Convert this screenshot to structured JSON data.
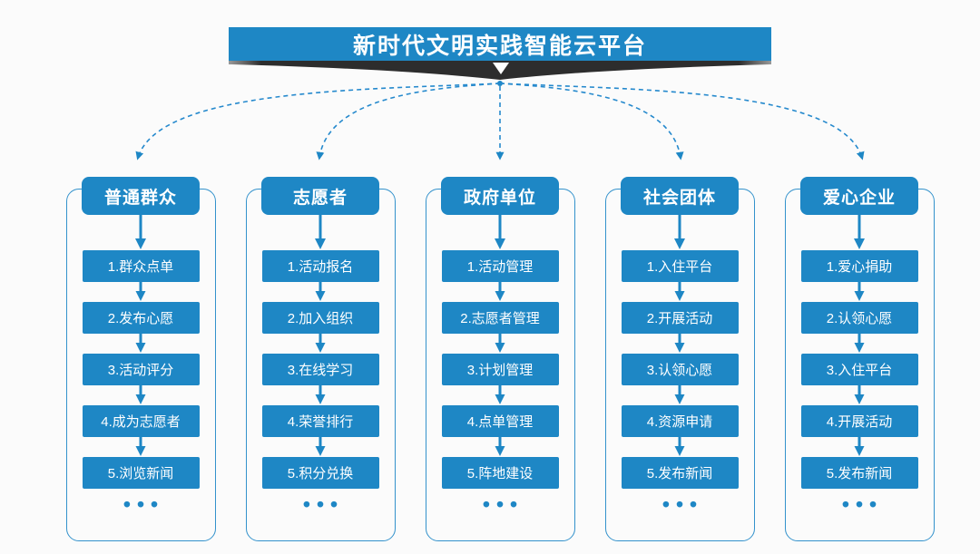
{
  "title": "新时代文明实践智能云平台",
  "more_indicator": "•••",
  "colors": {
    "primary_blue": "#1e87c5",
    "outline_blue": "#3392cc",
    "ribbon_dark": "#2d2d2d",
    "background": "#fbfbfb",
    "text_on_blue": "#ffffff"
  },
  "columns": [
    {
      "header": "普通群众",
      "items": [
        "1.群众点单",
        "2.发布心愿",
        "3.活动评分",
        "4.成为志愿者",
        "5.浏览新闻"
      ]
    },
    {
      "header": "志愿者",
      "items": [
        "1.活动报名",
        "2.加入组织",
        "3.在线学习",
        "4.荣誉排行",
        "5.积分兑换"
      ]
    },
    {
      "header": "政府单位",
      "items": [
        "1.活动管理",
        "2.志愿者管理",
        "3.计划管理",
        "4.点单管理",
        "5.阵地建设"
      ]
    },
    {
      "header": "社会团体",
      "items": [
        "1.入住平台",
        "2.开展活动",
        "3.认领心愿",
        "4.资源申请",
        "5.发布新闻"
      ]
    },
    {
      "header": "爱心企业",
      "items": [
        "1.爱心捐助",
        "2.认领心愿",
        "3.入住平台",
        "4.开展活动",
        "5.发布新闻"
      ]
    }
  ]
}
